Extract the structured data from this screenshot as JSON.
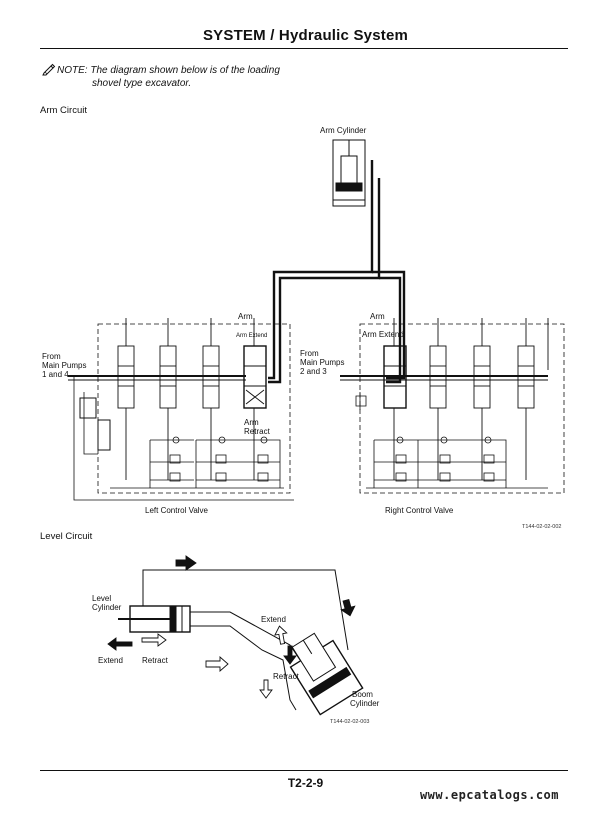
{
  "header": {
    "title": "SYSTEM / Hydraulic System",
    "page_number": "T2-2-9"
  },
  "note": {
    "label": "NOTE:",
    "text_line1": "The diagram shown below is of the loading",
    "text_line2": "shovel type excavator."
  },
  "arm_circuit": {
    "section_title": "Arm Circuit",
    "arm_cylinder": "Arm Cylinder",
    "left": {
      "pumps_line1": "From",
      "pumps_line2": "Main Pumps",
      "pumps_line3": "1 and 4",
      "arm_label": "Arm",
      "arm_extend": "Arm Extend",
      "arm_retract_line1": "Arm",
      "arm_retract_line2": "Retract",
      "valve_name": "Left Control Valve"
    },
    "right": {
      "pumps_line1": "From",
      "pumps_line2": "Main Pumps",
      "pumps_line3": "2 and 3",
      "arm_label": "Arm",
      "arm_extend": "Arm Extend",
      "valve_name": "Right Control Valve"
    },
    "figure_code": "T144-02-02-002"
  },
  "level_circuit": {
    "section_title": "Level Circuit",
    "level_cylinder_line1": "Level",
    "level_cylinder_line2": "Cylinder",
    "extend_left": "Extend",
    "retract_left": "Retract",
    "extend_right": "Extend",
    "retract_right": "Retract",
    "boom_cylinder_line1": "Boom",
    "boom_cylinder_line2": "Cylinder",
    "figure_code": "T144-02-02-003"
  },
  "footer": {
    "watermark": "www.epcatalogs.com"
  }
}
